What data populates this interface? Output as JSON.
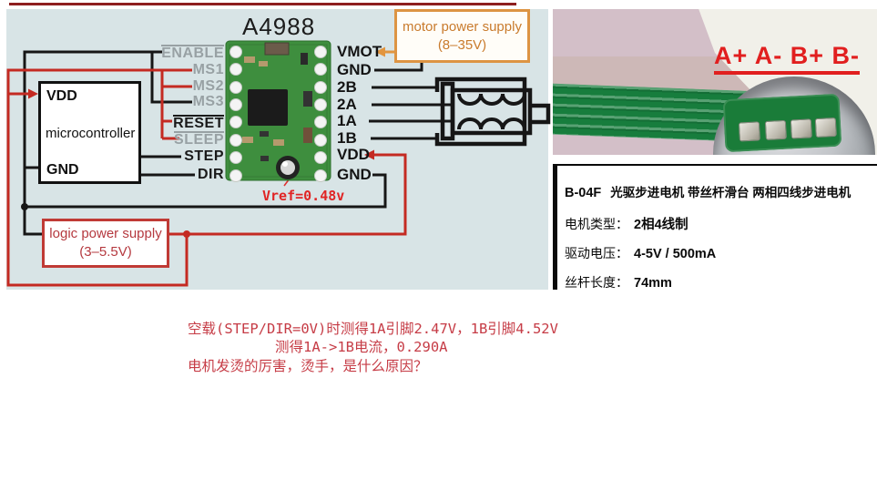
{
  "diagram": {
    "title": "A4988",
    "vref_label": "Vref=0.48v",
    "microcontroller": {
      "name": "microcontroller",
      "vdd": "VDD",
      "gnd": "GND"
    },
    "motor_supply": {
      "name": "motor power supply",
      "range": "(8–35V)"
    },
    "logic_supply": {
      "name": "logic power supply",
      "range": "(3–5.5V)"
    },
    "left_pins": [
      {
        "label": "ENABLE"
      },
      {
        "label": "MS1"
      },
      {
        "label": "MS2"
      },
      {
        "label": "MS3"
      },
      {
        "label": "RESET"
      },
      {
        "label": "SLEEP"
      },
      {
        "label": "STEP"
      },
      {
        "label": "DIR"
      }
    ],
    "right_pins": [
      {
        "label": "VMOT"
      },
      {
        "label": "GND"
      },
      {
        "label": "2B"
      },
      {
        "label": "2A"
      },
      {
        "label": "1A"
      },
      {
        "label": "1B"
      },
      {
        "label": "VDD"
      },
      {
        "label": "GND"
      }
    ]
  },
  "photo": {
    "wire_label": "A+ A- B+ B-"
  },
  "specs": {
    "model": "B-04F",
    "description": "光驱步进电机 带丝杆滑台 两相四线步进电机",
    "rows": [
      {
        "label": "电机类型：",
        "value": "2相4线制"
      },
      {
        "label": "驱动电压：",
        "value": "4-5V / 500mA"
      },
      {
        "label": "丝杆长度：",
        "value": "74mm"
      }
    ]
  },
  "notes": {
    "line1": "空载(STEP/DIR=0V)时测得1A引脚2.47V，1B引脚4.52V",
    "line2": "测得1A->1B电流，0.290A",
    "line3": "电机发烫的厉害，烫手，是什么原因？"
  },
  "colors": {
    "wire_red": "#c42a22",
    "wire_black": "#161616",
    "label_gray": "#98a1a4",
    "orange_accent": "#dd9443",
    "note_red": "#c63c46",
    "pcb_green": "#3e8e3e",
    "diagram_bg": "#d8e4e6"
  }
}
